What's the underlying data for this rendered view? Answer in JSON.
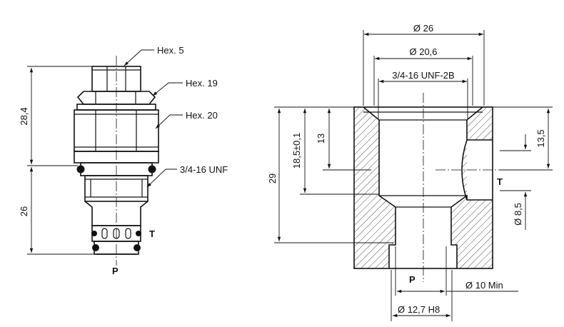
{
  "left_view": {
    "callouts": {
      "hex5": "Hex. 5",
      "hex19": "Hex. 19",
      "hex20": "Hex. 20",
      "thread": "3/4-16 UNF"
    },
    "dims": {
      "upper_height": "28,4",
      "lower_height": "26"
    },
    "ports": {
      "p": "P",
      "t": "T"
    }
  },
  "right_view": {
    "dims": {
      "outer_dia": "Ø 26",
      "counterbore_dia": "Ø 20,6",
      "thread": "3/4-16 UNF-2B",
      "depth_13": "13",
      "depth_185": "18,5±0,1",
      "depth_29": "29",
      "depth_135": "13,5",
      "port_dia": "Ø 8,5",
      "bore_min": "Ø 10 Min",
      "bore_h8": "Ø 12,7 H8"
    },
    "ports": {
      "p": "P",
      "t": "T"
    }
  }
}
